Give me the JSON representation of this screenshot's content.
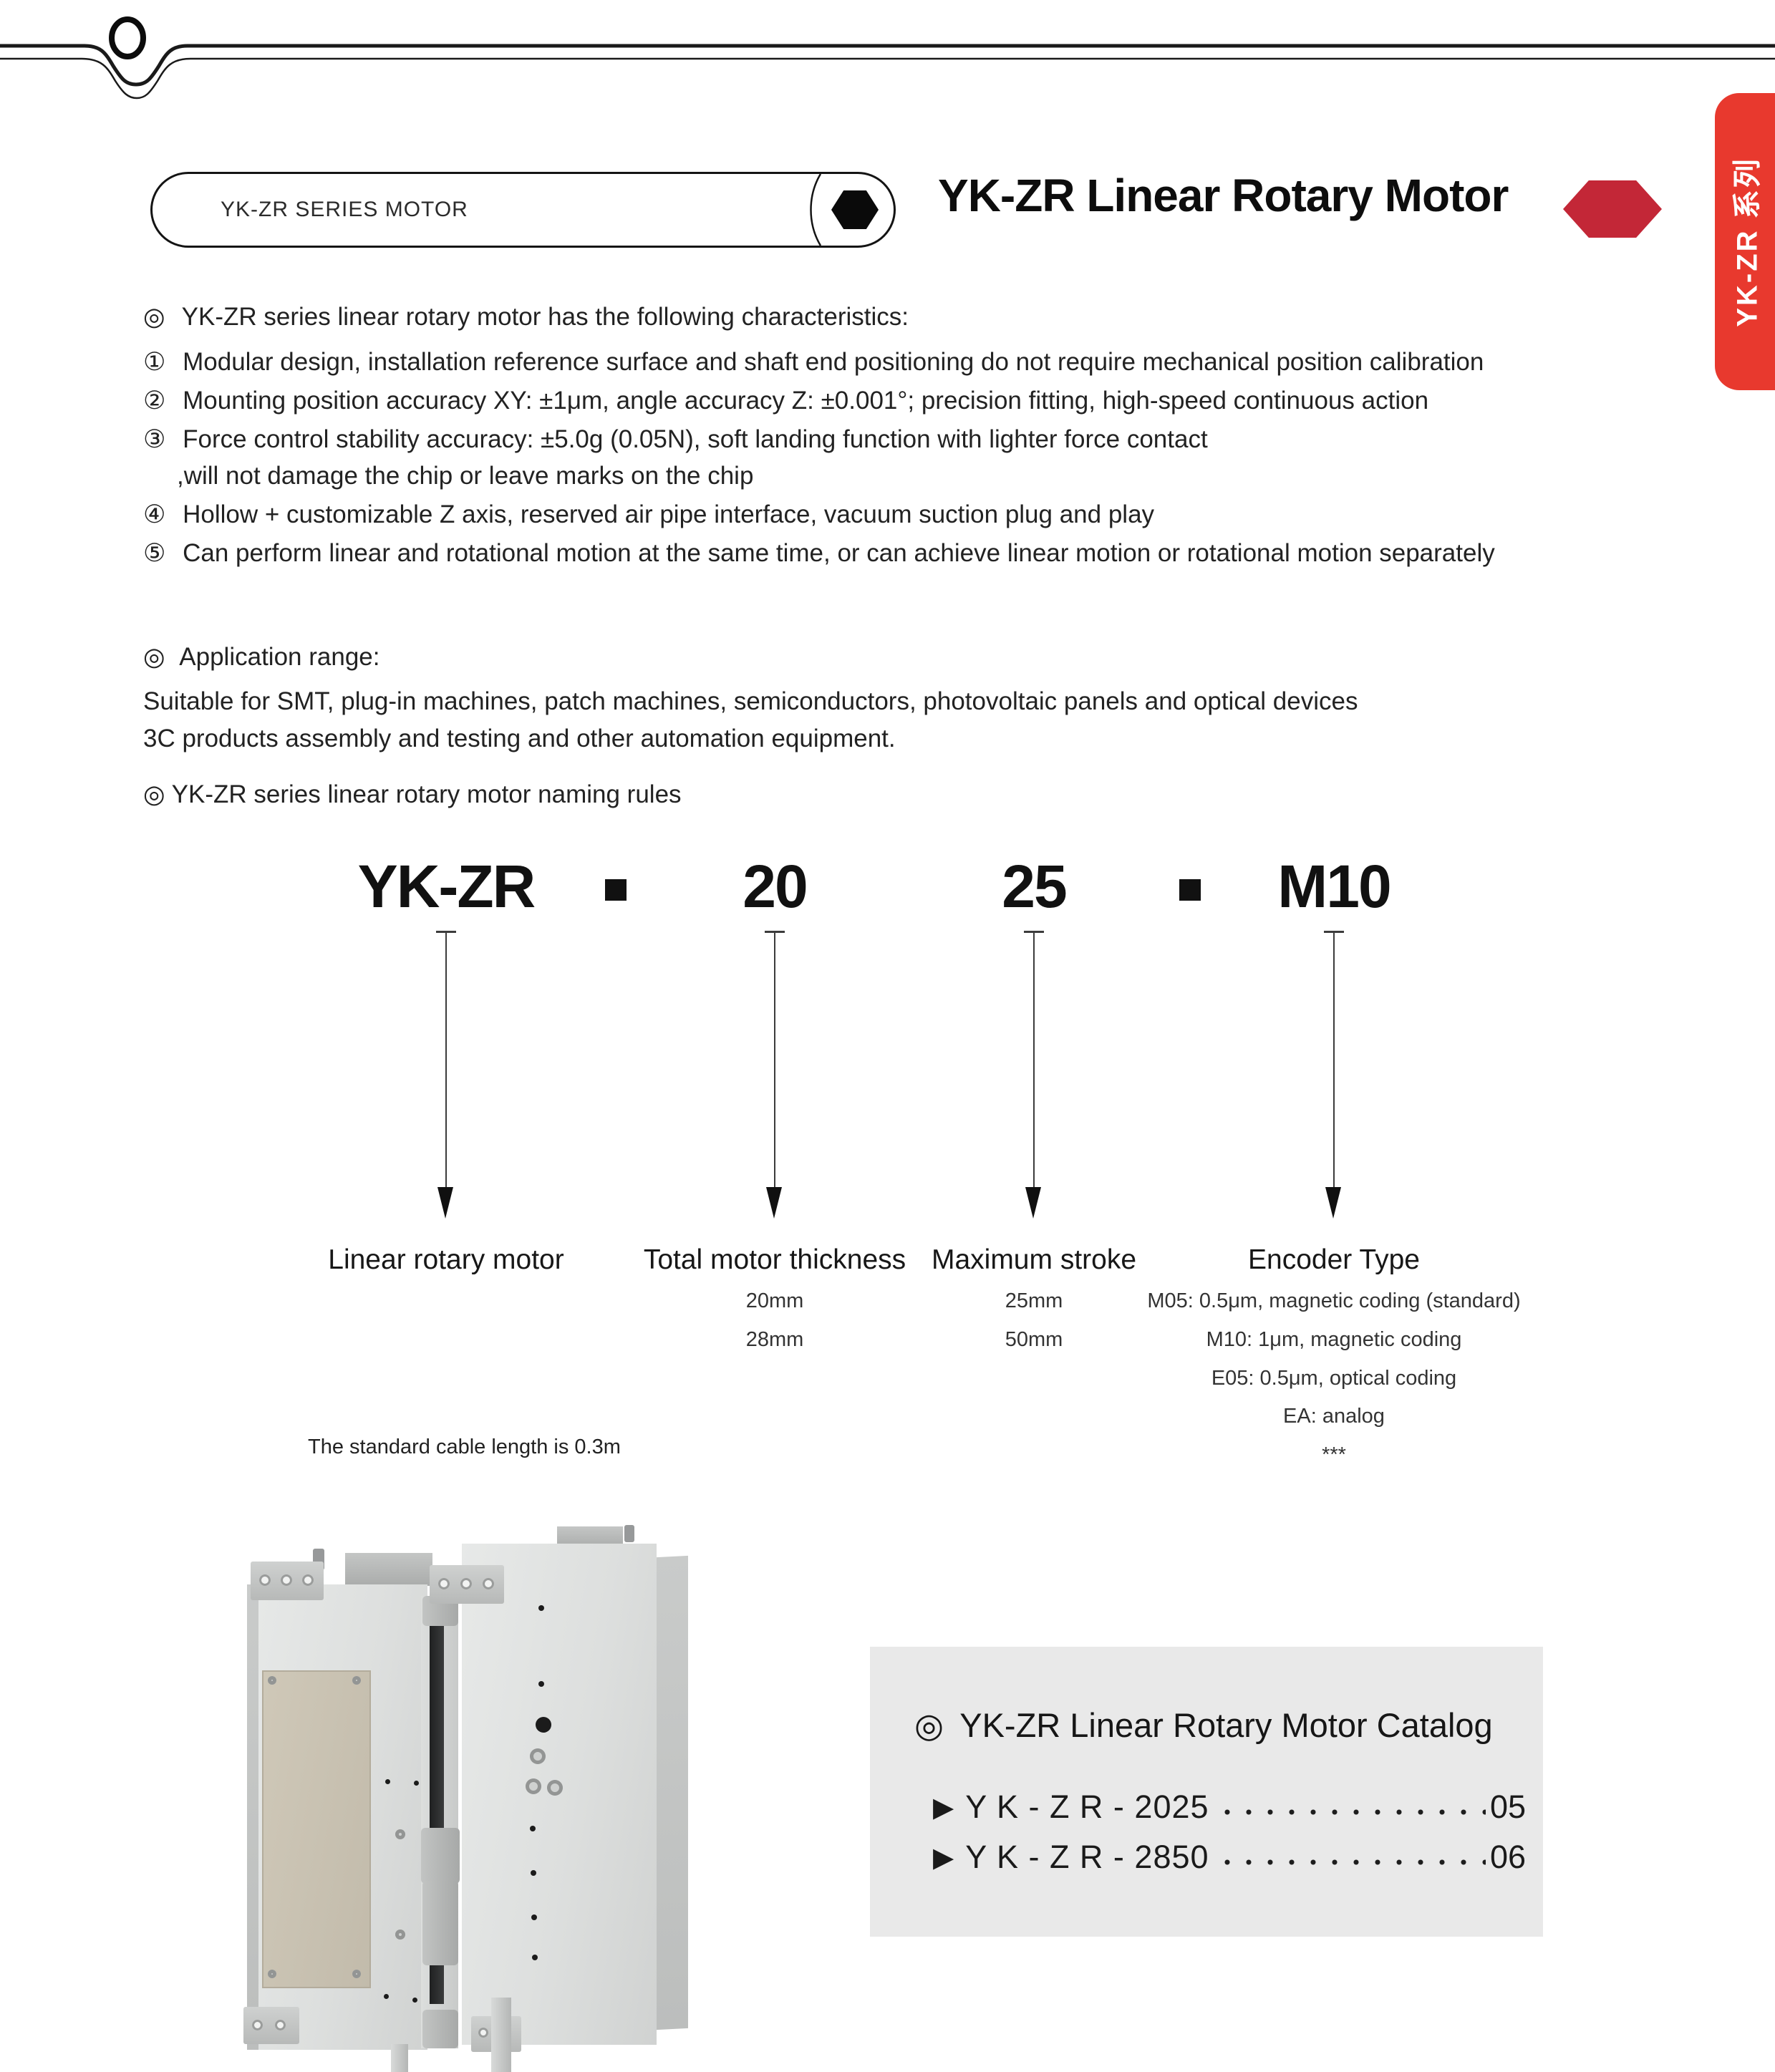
{
  "header": {
    "badge": "YK-ZR SERIES MOTOR",
    "title": "YK-ZR Linear Rotary Motor",
    "side_tab": "YK-ZR 系列"
  },
  "characteristics": {
    "bullet": "◎",
    "heading": "YK-ZR series linear rotary motor has the following characteristics:",
    "items": [
      {
        "num": "①",
        "text": "Modular design, installation reference surface and shaft end positioning do not require mechanical position calibration"
      },
      {
        "num": "②",
        "text": "Mounting position accuracy XY: ±1μm, angle accuracy Z: ±0.001°; precision fitting, high-speed continuous action"
      },
      {
        "num": "③",
        "text": "Force control stability accuracy: ±5.0g (0.05N), soft landing function with lighter force contact",
        "text2": ",will not damage the chip or leave marks on the chip"
      },
      {
        "num": "④",
        "text": "Hollow + customizable Z axis, reserved air pipe interface, vacuum suction plug and play"
      },
      {
        "num": "⑤",
        "text": "Can perform linear and rotational motion at the same time, or can achieve linear motion or rotational motion separately"
      }
    ]
  },
  "application": {
    "bullet": "◎",
    "heading": "Application range:",
    "line1": "Suitable for SMT, plug-in machines, patch machines, semiconductors, photovoltaic panels and optical devices",
    "line2": "3C products assembly and testing and other automation equipment."
  },
  "naming": {
    "bullet": "◎",
    "heading": "YK-ZR series linear rotary motor naming rules",
    "tokens": [
      "YK-ZR",
      "-",
      "20",
      "25",
      "-",
      "M10"
    ],
    "columns": [
      {
        "label": "Linear rotary motor",
        "values": []
      },
      {
        "label": "Total motor thickness",
        "values": [
          "20mm",
          "28mm"
        ]
      },
      {
        "label": "Maximum stroke",
        "values": [
          "25mm",
          "50mm"
        ]
      },
      {
        "label": "Encoder Type",
        "values": [
          "M05: 0.5μm, magnetic coding (standard)",
          "M10: 1μm, magnetic coding",
          "E05: 0.5μm, optical coding",
          "EA: analog",
          "***"
        ]
      }
    ],
    "note": "The standard cable length is 0.3m"
  },
  "catalog": {
    "bullet": "◎",
    "tri": "▶",
    "title": "YK-ZR Linear Rotary Motor Catalog",
    "entries": [
      {
        "model": "Y K - Z R - 2025",
        "page": "05"
      },
      {
        "model": "Y K - Z R - 2850",
        "page": "06"
      }
    ]
  },
  "colors": {
    "tab_red": "#e8392e",
    "hexagon_red": "#c32737",
    "catalog_bg": "#e9e9e9",
    "text": "#1c1c1c"
  }
}
